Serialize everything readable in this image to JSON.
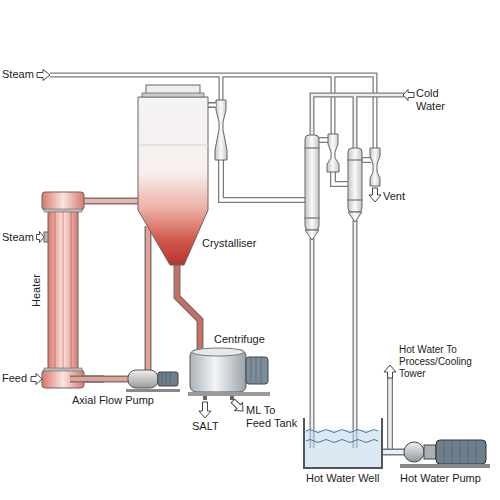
{
  "diagram": {
    "nodes": [
      {
        "text": [
          "Heater"
        ]
      },
      {
        "text": [
          "Crystalliser"
        ]
      },
      {
        "text": [
          "Axial Flow Pump"
        ]
      },
      {
        "text": [
          "Centrifuge"
        ]
      },
      {
        "text": [
          "Hot Water Well"
        ]
      },
      {
        "text": [
          "Hot Water Pump"
        ]
      }
    ],
    "edges": [
      {
        "from": 0,
        "to": 1,
        "arrow": "none"
      },
      {
        "from": 1,
        "to": 2,
        "arrow": "none"
      },
      {
        "from": 2,
        "to": 0,
        "arrow": "none"
      },
      {
        "from": 1,
        "to": 3,
        "arrow": "none"
      },
      {
        "from": 4,
        "to": 5,
        "arrow": "none"
      }
    ],
    "labels": [
      "Steam",
      "Cold Water",
      "Steam",
      "Vent",
      "Feed",
      "SALT",
      "ML To Feed Tank",
      "Hot Water To Process/Cooling Tower"
    ]
  }
}
